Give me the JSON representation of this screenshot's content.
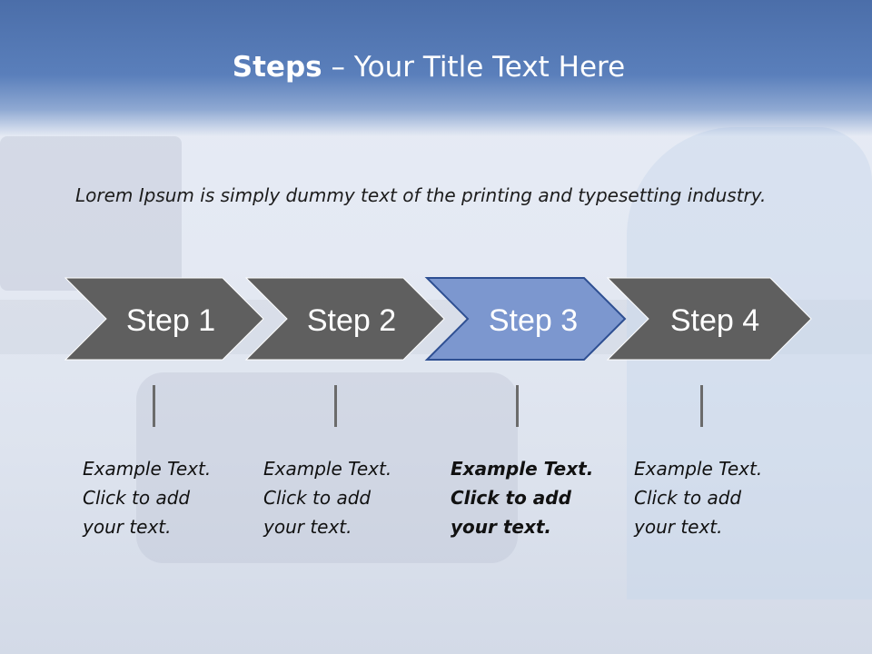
{
  "title": {
    "bold": "Steps",
    "rest": " – Your Title Text Here"
  },
  "intro": "Lorem Ipsum is simply dummy text of the printing and typesetting industry.",
  "steps": [
    {
      "label": "Step 1",
      "highlight": false
    },
    {
      "label": "Step 2",
      "highlight": false
    },
    {
      "label": "Step 3",
      "highlight": true
    },
    {
      "label": "Step 4",
      "highlight": false
    }
  ],
  "notes": [
    {
      "line1": "Example Text.",
      "line2": "Click  to add",
      "line3": "your text."
    },
    {
      "line1": "Example Text.",
      "line2": "Click  to add",
      "line3": "your text."
    },
    {
      "line1": "Example Text.",
      "line2": "Click  to add",
      "line3": "your text."
    },
    {
      "line1": "Example Text.",
      "line2": "Click  to add",
      "line3": "your text."
    }
  ],
  "colors": {
    "step_default": "#5f5f5f",
    "step_highlight": "#7c97cf",
    "highlight_border": "#2e4f92",
    "title_band": "#4b6ea9"
  }
}
